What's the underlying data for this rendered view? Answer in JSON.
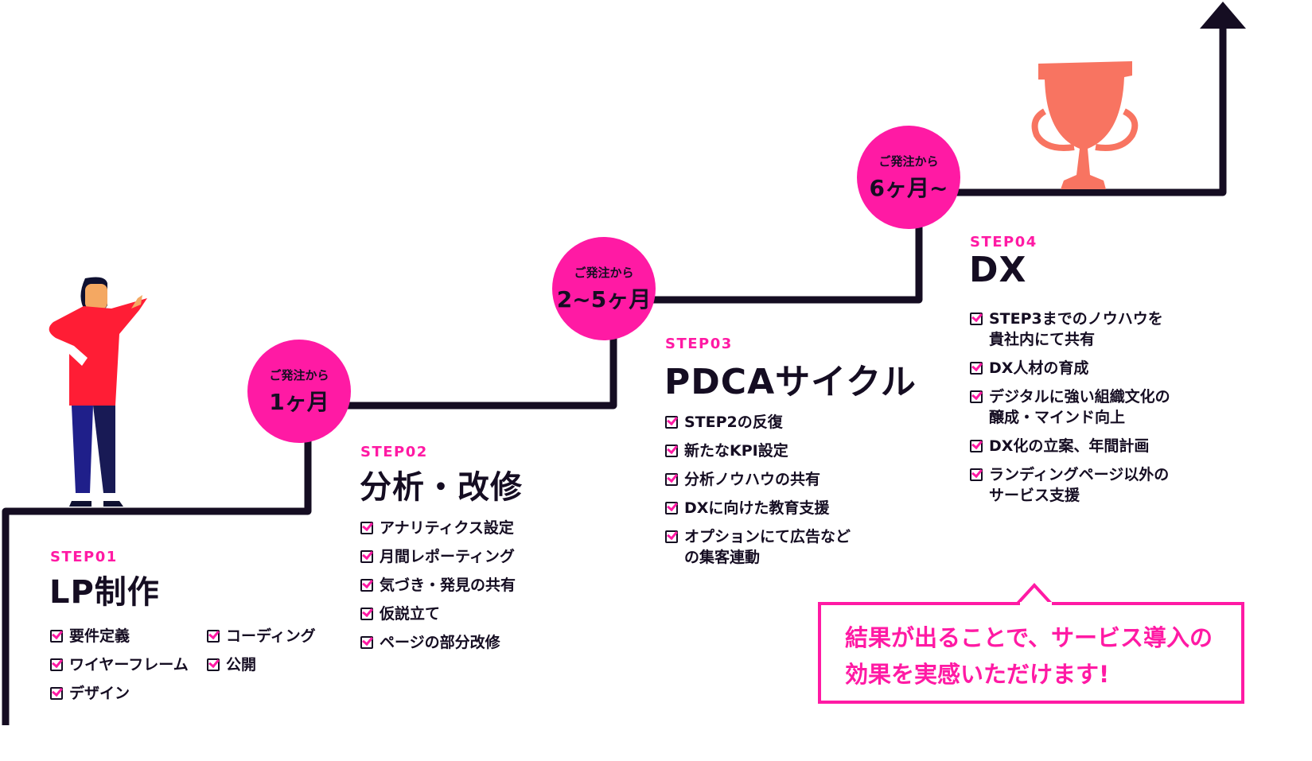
{
  "colors": {
    "accent": "#ff1aa4",
    "line": "#150d22",
    "trophy": "#f87461"
  },
  "steps": [
    {
      "label": "STEP01",
      "title": "LP制作",
      "items": [
        "要件定義",
        "ワイヤーフレーム",
        "デザイン",
        "コーディング",
        "公開"
      ]
    },
    {
      "label": "STEP02",
      "title": "分析・改修",
      "items": [
        "アナリティクス設定",
        "月間レポーティング",
        "気づき・発見の共有",
        "仮説立て",
        "ページの部分改修"
      ]
    },
    {
      "label": "STEP03",
      "title": "PDCAサイクル",
      "items": [
        "STEP2の反復",
        "新たなKPI設定",
        "分析ノウハウの共有",
        "DXに向けた教育支援",
        "オプションにて広告など\nの集客連動"
      ]
    },
    {
      "label": "STEP04",
      "title": "DX",
      "items": [
        "STEP3までのノウハウを\n貴社内にて共有",
        "DX人材の育成",
        "デジタルに強い組織文化の\n醸成・マインド向上",
        "DX化の立案、年間計画",
        "ランディングページ以外の\nサービス支援"
      ]
    }
  ],
  "milestones": [
    {
      "small": "ご発注から",
      "big": "1ヶ月"
    },
    {
      "small": "ご発注から",
      "big": "2~5ヶ月"
    },
    {
      "small": "ご発注から",
      "big": "6ヶ月~"
    }
  ],
  "callout": {
    "line1": "結果が出ることで、サービス導入の",
    "line2": "効果を実感いただけます!"
  }
}
